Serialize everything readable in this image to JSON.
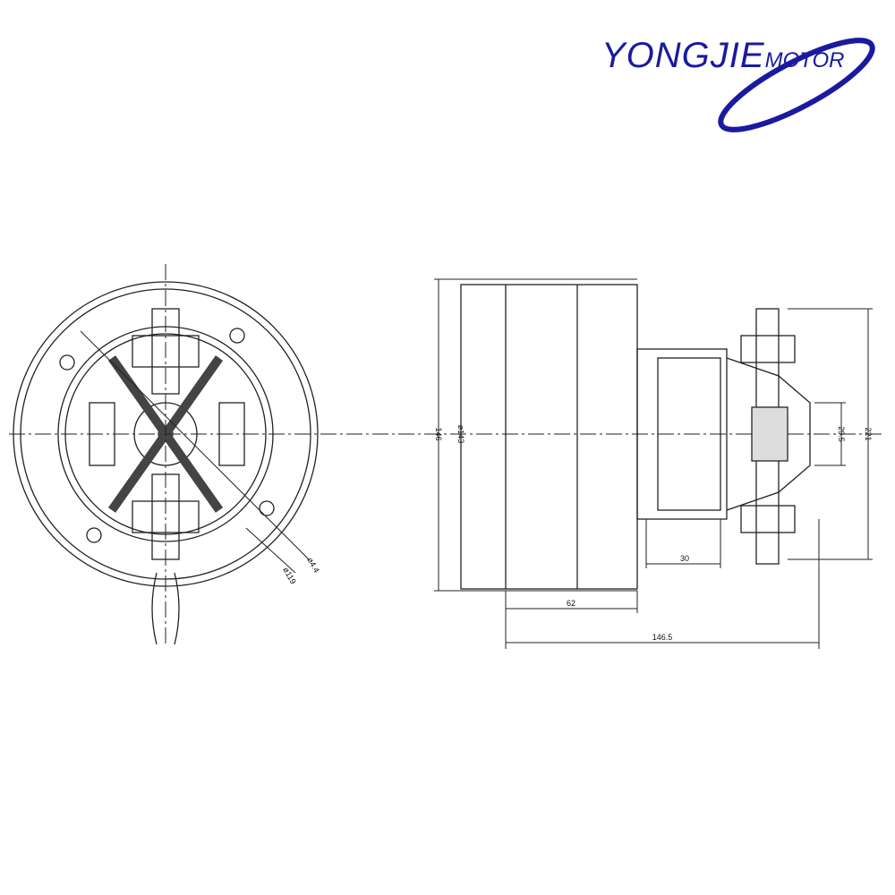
{
  "logo": {
    "brand": "YONGJIE",
    "suffix": "MOTOR",
    "color": "#1a1aa0"
  },
  "dimensions": {
    "housing_height": "146",
    "housing_diameter": "ø143",
    "hole_diameter": "ø4.4",
    "bolt_circle": "ø119",
    "fan_length": "62",
    "shaft_length": "30",
    "total_length": "146.5",
    "bearing_dia": "29.5",
    "motor_height": "221"
  }
}
